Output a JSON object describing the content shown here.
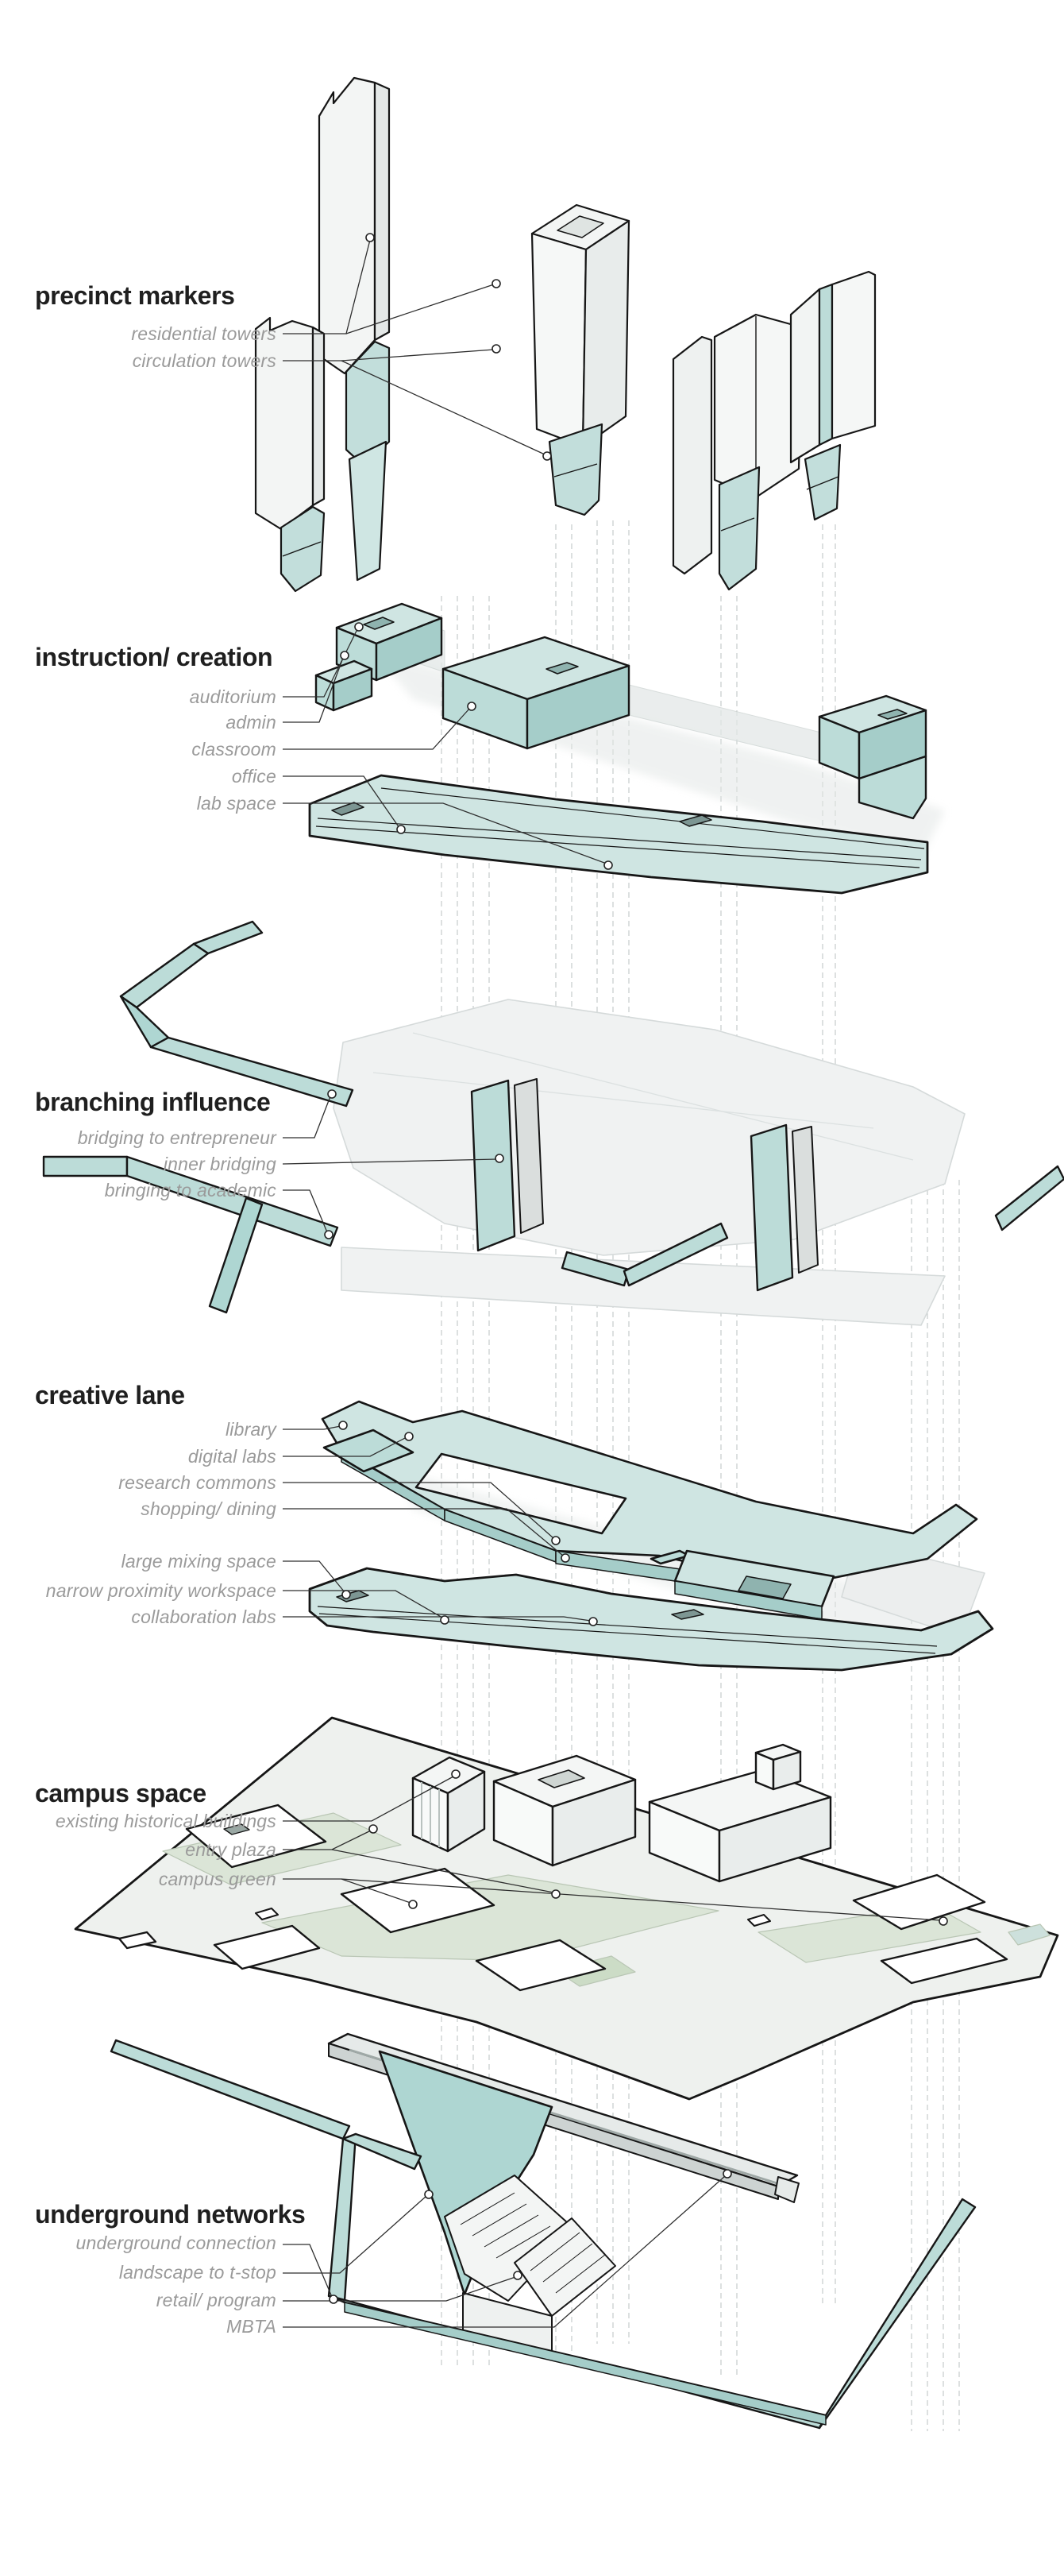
{
  "page": {
    "background": "#ffffff",
    "kind": "exploded axonometric campus diagram"
  },
  "palette": {
    "teal_top": "#cfe5e2",
    "teal_mid": "#bcdcd8",
    "teal_side": "#a5cdc9",
    "teal_bright": "#aed6d2",
    "hole_dark": "#8fb3af",
    "outline": "#161616",
    "ghost_fill": "#eef0f0",
    "ghost_line": "#d5dada",
    "plate_fill": "#eef1ee",
    "green_1": "#dbe5d7",
    "green_2": "#ccdcc6",
    "white_building": "#f4f6f5",
    "gray_bar": "#e6eae9",
    "dash_guide": "#c6cccb",
    "heading_color": "#1f1f1f",
    "label_color": "#9a9a9a"
  },
  "sections": [
    {
      "heading": "precinct markers",
      "labels": [
        "residential towers",
        "circulation towers"
      ]
    },
    {
      "heading": "instruction/ creation",
      "labels": [
        "auditorium",
        "admin",
        "classroom",
        "office",
        "lab space"
      ]
    },
    {
      "heading": "branching influence",
      "labels": [
        "bridging to entrepreneur",
        "inner bridging",
        "bringing to academic"
      ]
    },
    {
      "heading": "creative lane",
      "labels": [
        "library",
        "digital labs",
        "research commons",
        "shopping/ dining",
        "large mixing space",
        "narrow proximity workspace",
        "collaboration labs"
      ]
    },
    {
      "heading": "campus space",
      "labels": [
        "existing historical buildings",
        "entry plaza",
        "campus green"
      ]
    },
    {
      "heading": "underground networks",
      "labels": [
        "underground connection",
        "landscape to t-stop",
        "retail/ program",
        "MBTA"
      ]
    }
  ]
}
